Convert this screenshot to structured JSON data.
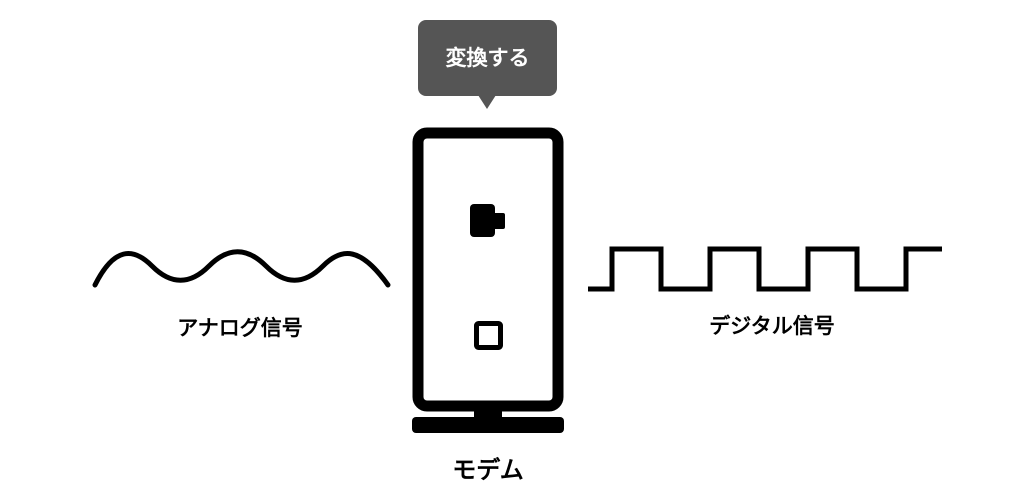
{
  "tooltip": {
    "text": "変換する",
    "bg_color": "#555555",
    "text_color": "#ffffff"
  },
  "labels": {
    "analog": "アナログ信号",
    "digital": "デジタル信号",
    "modem": "モデム"
  },
  "colors": {
    "stroke": "#000000",
    "background": "#ffffff"
  },
  "icons": {
    "modem_device": "modem-device-icon",
    "analog_wave": "sine-wave-icon",
    "digital_wave": "square-wave-icon"
  }
}
